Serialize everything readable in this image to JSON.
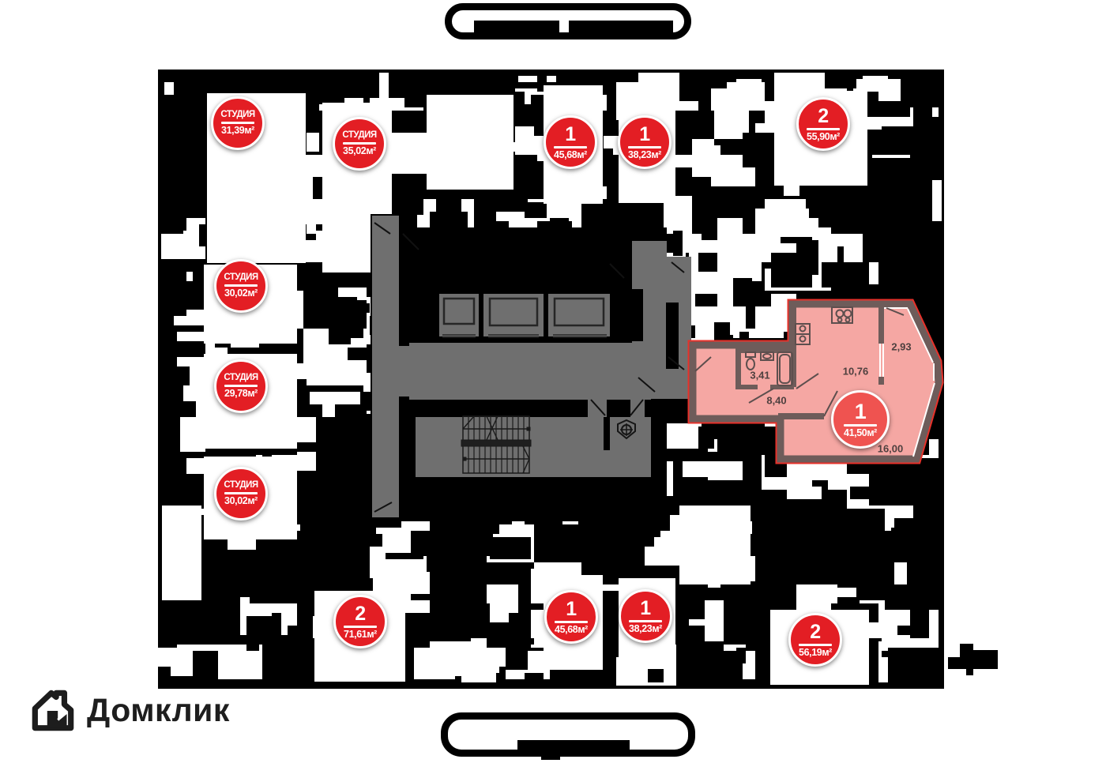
{
  "brand": {
    "name": "Домклик"
  },
  "badges": [
    {
      "type": "СТУДИЯ",
      "area": "31,39м²"
    },
    {
      "type": "СТУДИЯ",
      "area": "35,02м²"
    },
    {
      "type": "1",
      "area": "45,68м²"
    },
    {
      "type": "1",
      "area": "38,23м²"
    },
    {
      "type": "2",
      "area": "55,90м²"
    },
    {
      "type": "СТУДИЯ",
      "area": "30,02м²"
    },
    {
      "type": "СТУДИЯ",
      "area": "29,78м²"
    },
    {
      "type": "СТУДИЯ",
      "area": "30,02м²"
    },
    {
      "type": "2",
      "area": "71,61м²"
    },
    {
      "type": "1",
      "area": "45,68м²"
    },
    {
      "type": "1",
      "area": "38,23м²"
    },
    {
      "type": "2",
      "area": "56,19м²"
    }
  ],
  "selected_apartment": {
    "type": "1",
    "area": "41,50м²",
    "room_dimensions": {
      "balcony": "2,93",
      "kitchen": "10,76",
      "bathroom": "3,41",
      "hallway": "8,40",
      "living_room": "16,00"
    }
  },
  "colors": {
    "badge_red": "#e31e24",
    "selected_badge_red": "#ef5350",
    "selected_fill": "#f5a7a3",
    "selected_outline": "#e8312a",
    "wall_brown": "#6e5c5a",
    "core_gray": "#6f6f6f"
  }
}
